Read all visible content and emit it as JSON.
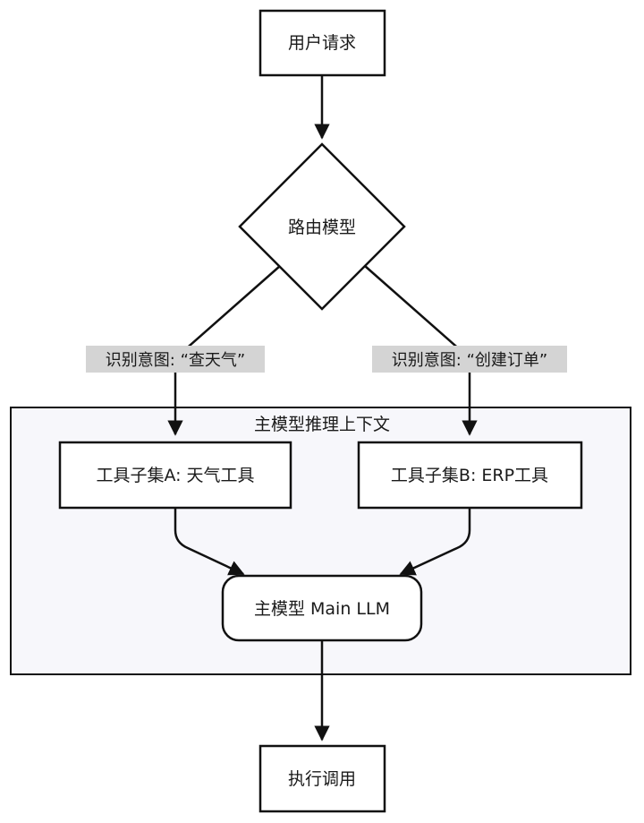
{
  "nodes": {
    "user_request": "用户请求",
    "router_model": "路由模型",
    "toolset_a": "工具子集A: 天气工具",
    "toolset_b": "工具子集B: ERP工具",
    "main_model": "主模型 Main LLM",
    "execute_call": "执行调用"
  },
  "edges": {
    "intent_weather": "识别意图: “查天气”",
    "intent_order": "识别意图: “创建订单”"
  },
  "cluster": {
    "title": "主模型推理上下文"
  },
  "colors": {
    "stroke": "#111111",
    "cluster_fill": "#f7f7fb",
    "edge_label_bg": "#d4d4d4",
    "node_fill": "#ffffff"
  }
}
